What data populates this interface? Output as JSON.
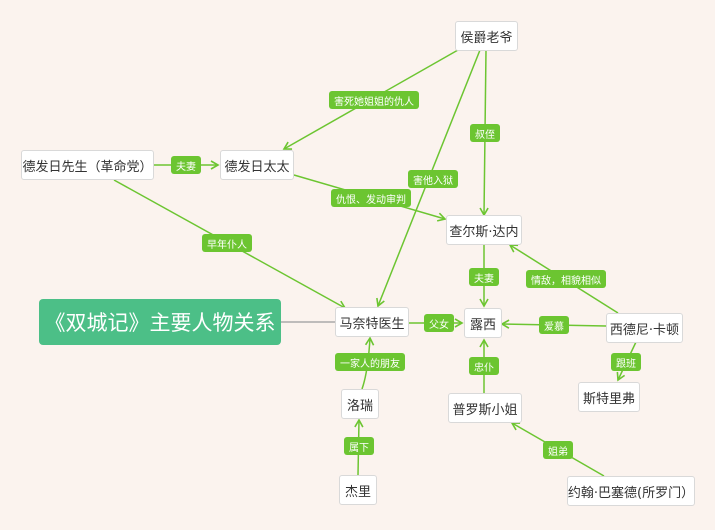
{
  "title": "《双城记》主要人物关系",
  "colors": {
    "background": "#fbf3ee",
    "root_fill": "#4cbf87",
    "edge": "#6cc531",
    "label_fill": "#6cc531",
    "node_border": "#d9d9d9",
    "root_connector": "#aaaaaa"
  },
  "nodes": {
    "marquis": "侯爵老爷",
    "defarge": "德发日先生（革命党）",
    "madame_defarge": "德发日太太",
    "charles": "查尔斯·达内",
    "manette": "马奈特医生",
    "lucie": "露西",
    "sydney": "西德尼·卡顿",
    "stryver": "斯特里弗",
    "lorry": "洛瑞",
    "jerry": "杰里",
    "pross": "普罗斯小姐",
    "solomon": "约翰·巴塞德(所罗门）"
  },
  "edges": {
    "defarge_madame": "夫妻",
    "marquis_madame": "害死她姐姐的仇人",
    "marquis_charles": "叔侄",
    "marquis_manette": "害他入狱",
    "madame_charles": "仇恨、发动审判",
    "defarge_manette": "早年仆人",
    "charles_lucie": "夫妻",
    "sydney_charles": "情敌，相貌相似",
    "manette_lucie": "父女",
    "sydney_lucie": "爱慕",
    "sydney_stryver": "跟班",
    "lorry_manette": "一家人的朋友",
    "jerry_lorry": "属下",
    "pross_lucie": "忠仆",
    "solomon_pross": "姐弟"
  }
}
